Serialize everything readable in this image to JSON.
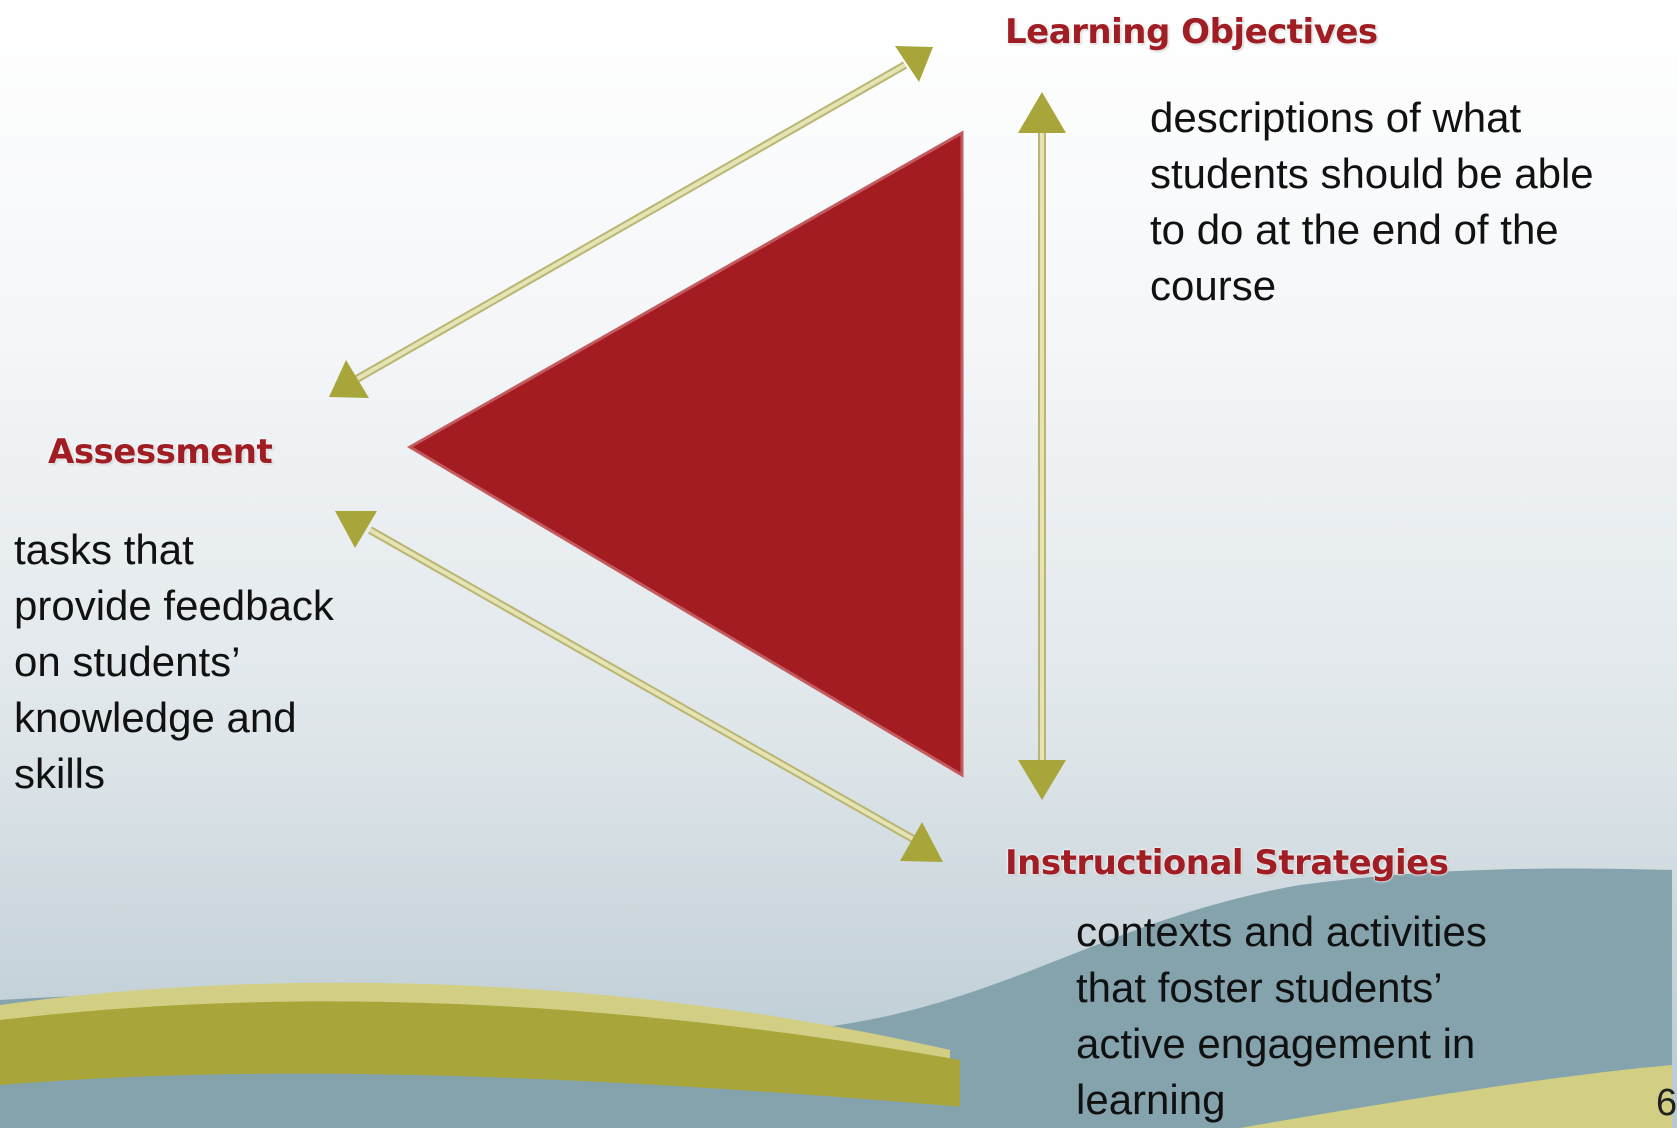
{
  "diagram": {
    "learning_objectives": {
      "title": "Learning Objectives",
      "lines": [
        "descriptions of what",
        "students should be able",
        "to do at the end of the",
        "course"
      ]
    },
    "assessment": {
      "title": "Assessment",
      "lines": [
        "tasks that",
        "provide feedback",
        "on students’",
        "knowledge and",
        "skills"
      ]
    },
    "instructional_strategies": {
      "title": "Instructional Strategies",
      "lines": [
        "contexts and activities",
        "that foster students’",
        "active engagement in",
        "learning"
      ]
    }
  },
  "page_number": "6",
  "colors": {
    "triangle": "#a31c22",
    "heading_text": "#a11d24",
    "arrow_line": "#d8d49a",
    "arrow_head": "#a8a63a",
    "wave_olive": "#a8a53a",
    "wave_cream": "#d2cf84",
    "wave_slate": "#84a3ad"
  }
}
